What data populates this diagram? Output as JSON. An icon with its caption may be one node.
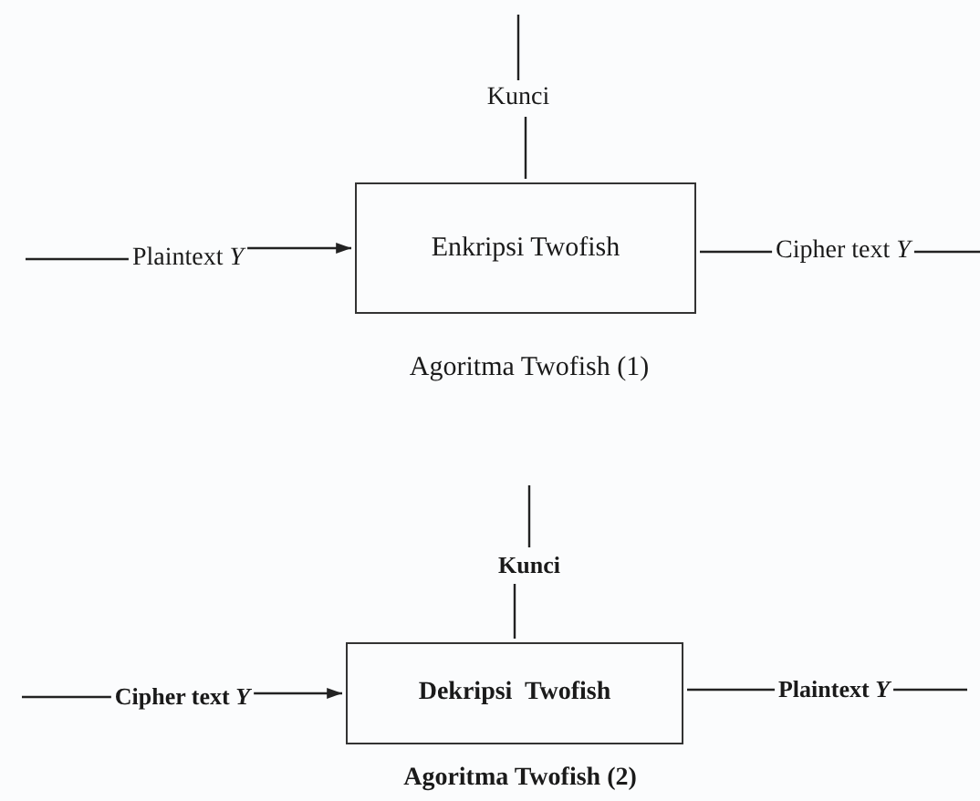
{
  "diagram": {
    "nodes": [
      {
        "text": [
          "Kunci"
        ]
      },
      {
        "text": [
          "Enkripsi Twofish"
        ],
        "beside": [
          "Agoritma Twofish (1)"
        ]
      },
      {
        "text": [
          "Plaintext *Y*"
        ]
      },
      {
        "text": [
          "Cipher text *Y*"
        ]
      },
      {
        "text": [
          "Kunci"
        ]
      },
      {
        "text": [
          "Dekripsi  Twofish"
        ],
        "beside": [
          "Agoritma Twofish (2)"
        ]
      },
      {
        "text": [
          "Cipher text *Y*"
        ]
      },
      {
        "text": [
          "Plaintext *Y*"
        ]
      }
    ],
    "edges": [
      {
        "from": null,
        "to": 0,
        "arrow": "none"
      },
      {
        "from": 0,
        "to": 1,
        "arrow": "none"
      },
      {
        "from": null,
        "to": 2,
        "arrow": "none"
      },
      {
        "from": 2,
        "to": 1,
        "arrow": "to"
      },
      {
        "from": 1,
        "to": 3,
        "arrow": "none"
      },
      {
        "from": 3,
        "to": null,
        "arrow": "none"
      },
      {
        "from": null,
        "to": 4,
        "arrow": "none"
      },
      {
        "from": 4,
        "to": 5,
        "arrow": "none"
      },
      {
        "from": null,
        "to": 6,
        "arrow": "none"
      },
      {
        "from": 6,
        "to": 5,
        "arrow": "to"
      },
      {
        "from": 5,
        "to": 7,
        "arrow": "none"
      },
      {
        "from": 7,
        "to": null,
        "arrow": "none"
      }
    ]
  }
}
